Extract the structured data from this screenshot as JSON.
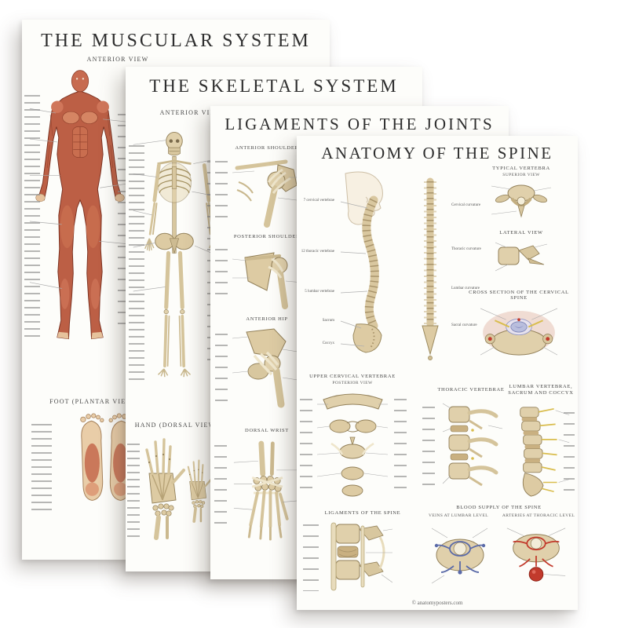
{
  "scene": {
    "background": "#ffffff"
  },
  "posters": {
    "muscular": {
      "title": "THE MUSCULAR SYSTEM",
      "anterior_view_label": "ANTERIOR VIEW",
      "foot_section_label": "FOOT (PLANTAR VIEW)"
    },
    "skeletal": {
      "title": "THE SKELETAL SYSTEM",
      "anterior_view_label": "ANTERIOR VIEW",
      "hand_section_label": "HAND (DORSAL VIEW)"
    },
    "ligaments": {
      "title": "LIGAMENTS OF THE JOINTS",
      "sections": [
        "ANTERIOR SHOULDER",
        "POSTERIOR SHOULDER",
        "ANTERIOR HIP",
        "DORSAL WRIST"
      ]
    },
    "spine": {
      "title": "ANATOMY OF THE SPINE",
      "headings": {
        "typical_vertebra": "TYPICAL VERTEBRA",
        "superior_view": "SUPERIOR VIEW",
        "lateral_view": "LATERAL VIEW",
        "cross_section": "CROSS SECTION OF THE CERVICAL SPINE",
        "upper_cervical": "UPPER CERVICAL VERTEBRAE",
        "posterior_view": "POSTERIOR VIEW",
        "thoracic": "THORACIC VERTEBRAE",
        "lumbar": "LUMBAR VERTEBRAE, SACRUM AND COCCYX",
        "ligaments_of_spine": "LIGAMENTS OF THE SPINE",
        "blood_supply": "BLOOD SUPPLY OF THE SPINE",
        "veins": "VEINS AT LUMBAR LEVEL",
        "arteries": "ARTERIES AT THORACIC LEVEL"
      },
      "spine_region_labels": [
        "7 cervical vertebrae",
        "12 thoracic vertebrae",
        "5 lumbar vertebrae",
        "Sacrum",
        "Coccyx"
      ],
      "curvature_labels": [
        "Cervical curvature",
        "Thoracic curvature",
        "Lumbar curvature",
        "Sacral curvature"
      ],
      "footer": "© anatomyposters.com"
    }
  },
  "colors": {
    "muscle": "#bc5f45",
    "bone": "#dccba4",
    "artery_red": "#c23a2c",
    "vein_blue": "#5a6aa8",
    "nerve_yellow": "#d9bd4e"
  }
}
